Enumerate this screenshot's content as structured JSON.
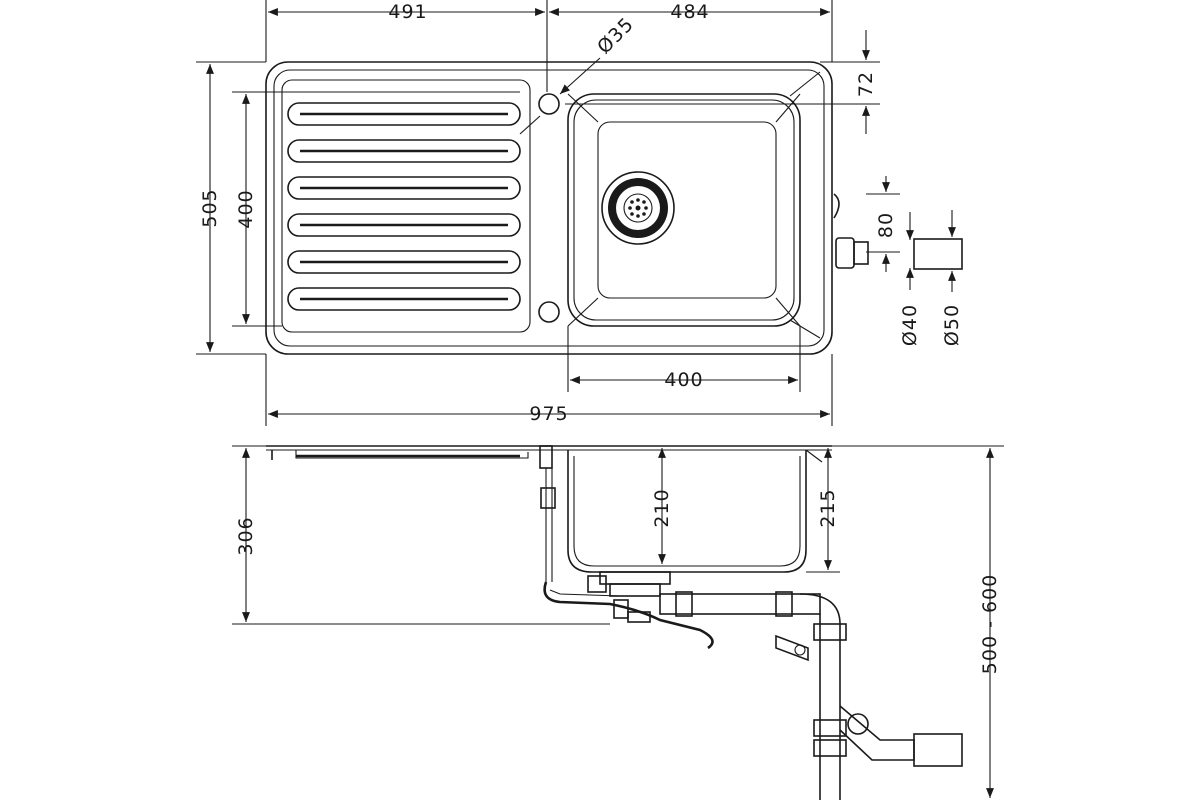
{
  "top_view": {
    "width_drainer": "491",
    "width_bowl_side": "484",
    "tap_hole": "Ø35",
    "rim_to_hole": "72",
    "depth_total": "505",
    "depth_drainer": "400",
    "overflow": "80",
    "pipe_40": "Ø40",
    "pipe_50": "Ø50",
    "bowl_width": "400",
    "total_width": "975"
  },
  "side_view": {
    "height_306": "306",
    "bowl_depth_210": "210",
    "bowl_depth_215": "215",
    "install_range": "500 - 600"
  }
}
